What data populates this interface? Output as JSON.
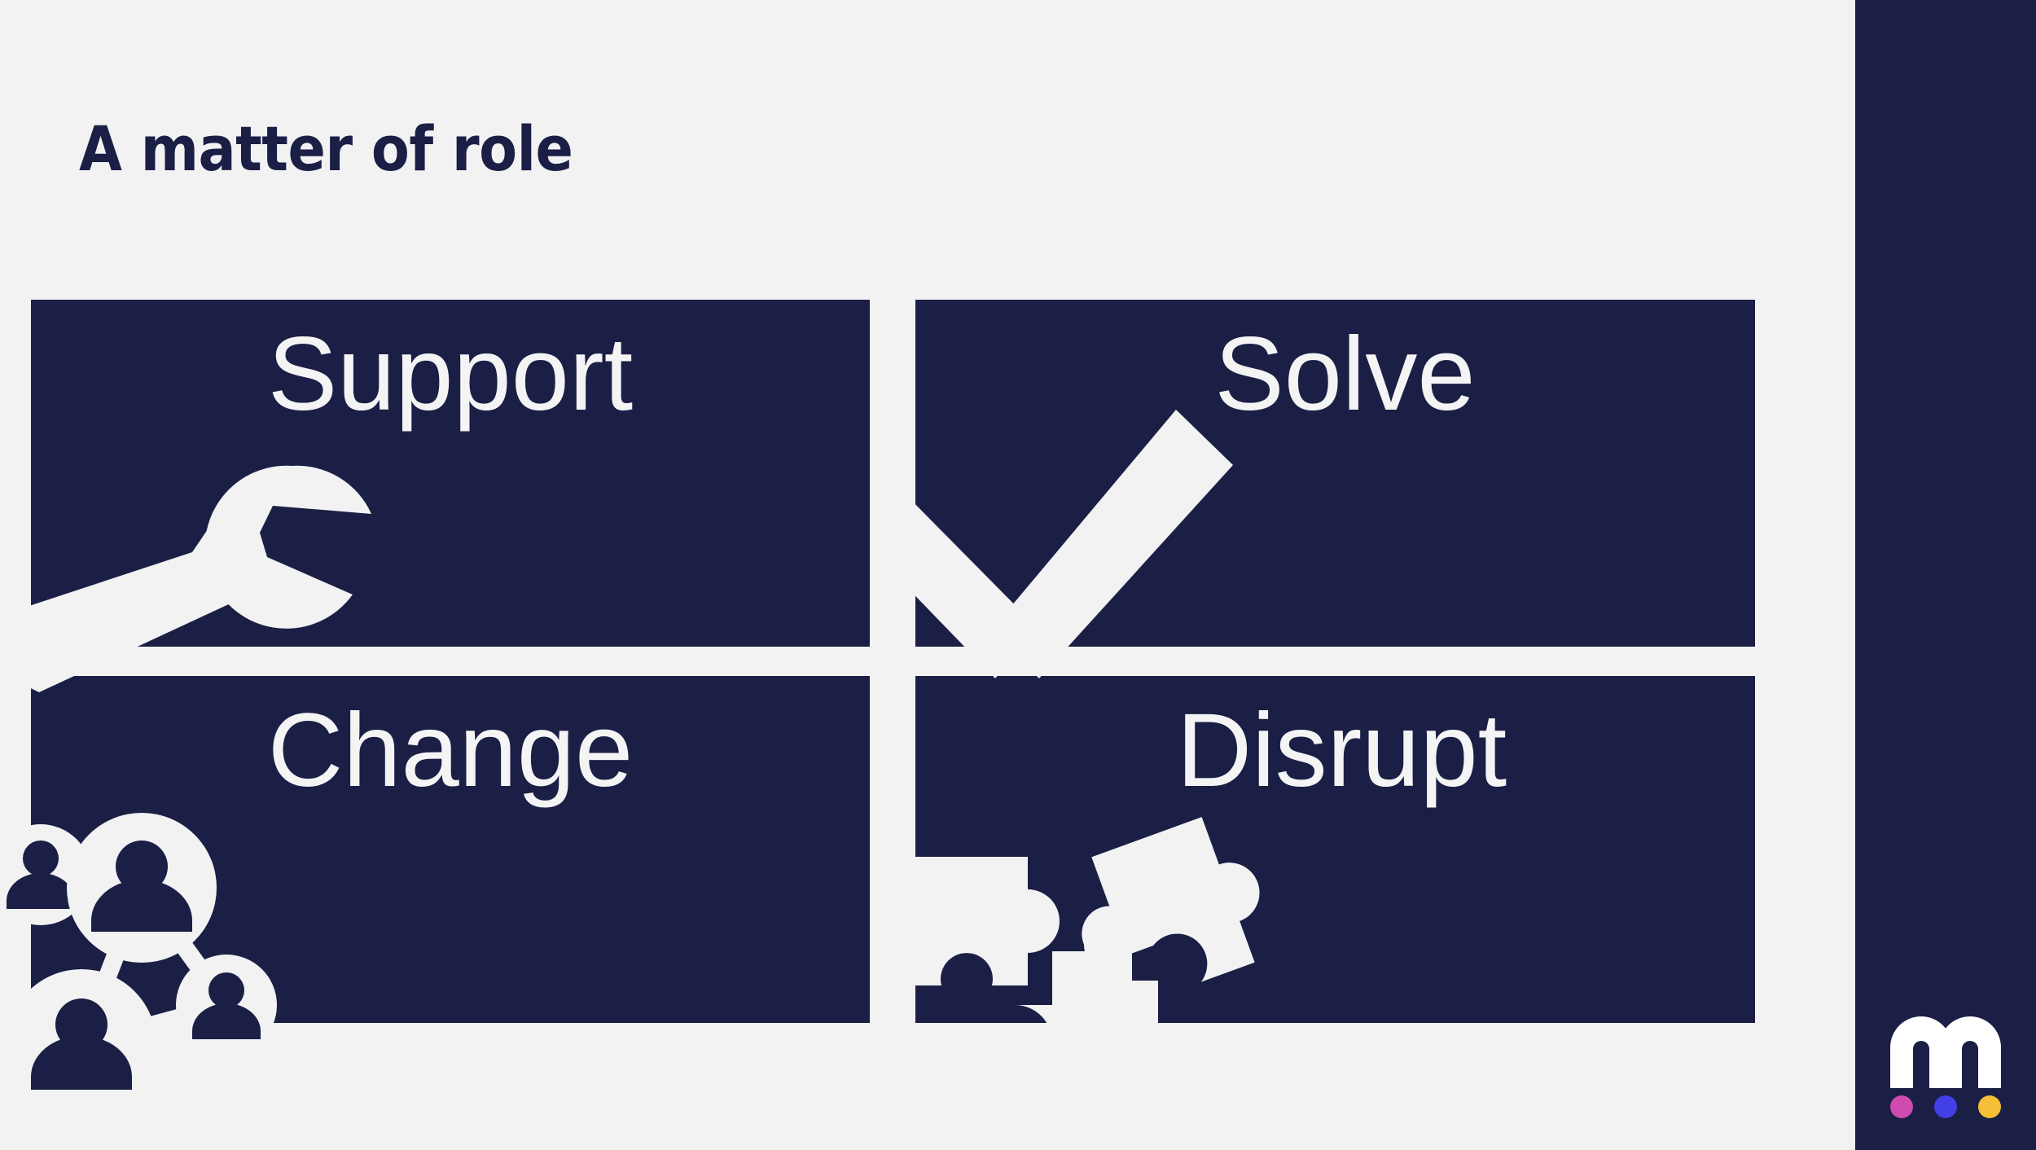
{
  "slide": {
    "title": "A matter of role",
    "background_color": "#f2f2f3",
    "navy_color": "#1b1f45",
    "card_text_color": "#f4f4f5"
  },
  "quadrants": [
    {
      "id": "support",
      "label": "Support",
      "icon": "wrench-icon",
      "position": "top-left"
    },
    {
      "id": "solve",
      "label": "Solve",
      "icon": "checkmark-icon",
      "position": "top-right"
    },
    {
      "id": "change",
      "label": "Change",
      "icon": "people-network-icon",
      "position": "bottom-left"
    },
    {
      "id": "disrupt",
      "label": "Disrupt",
      "icon": "puzzle-piece-icon",
      "position": "bottom-right"
    }
  ],
  "sidebar": {
    "background_color": "#1b1f45",
    "logo": {
      "mark": "letter-m",
      "mark_color": "#ffffff",
      "dots": [
        {
          "name": "dot-magenta",
          "color": "#d04bb0"
        },
        {
          "name": "dot-blue",
          "color": "#4040e6"
        },
        {
          "name": "dot-yellow",
          "color": "#f5c038"
        }
      ]
    }
  }
}
